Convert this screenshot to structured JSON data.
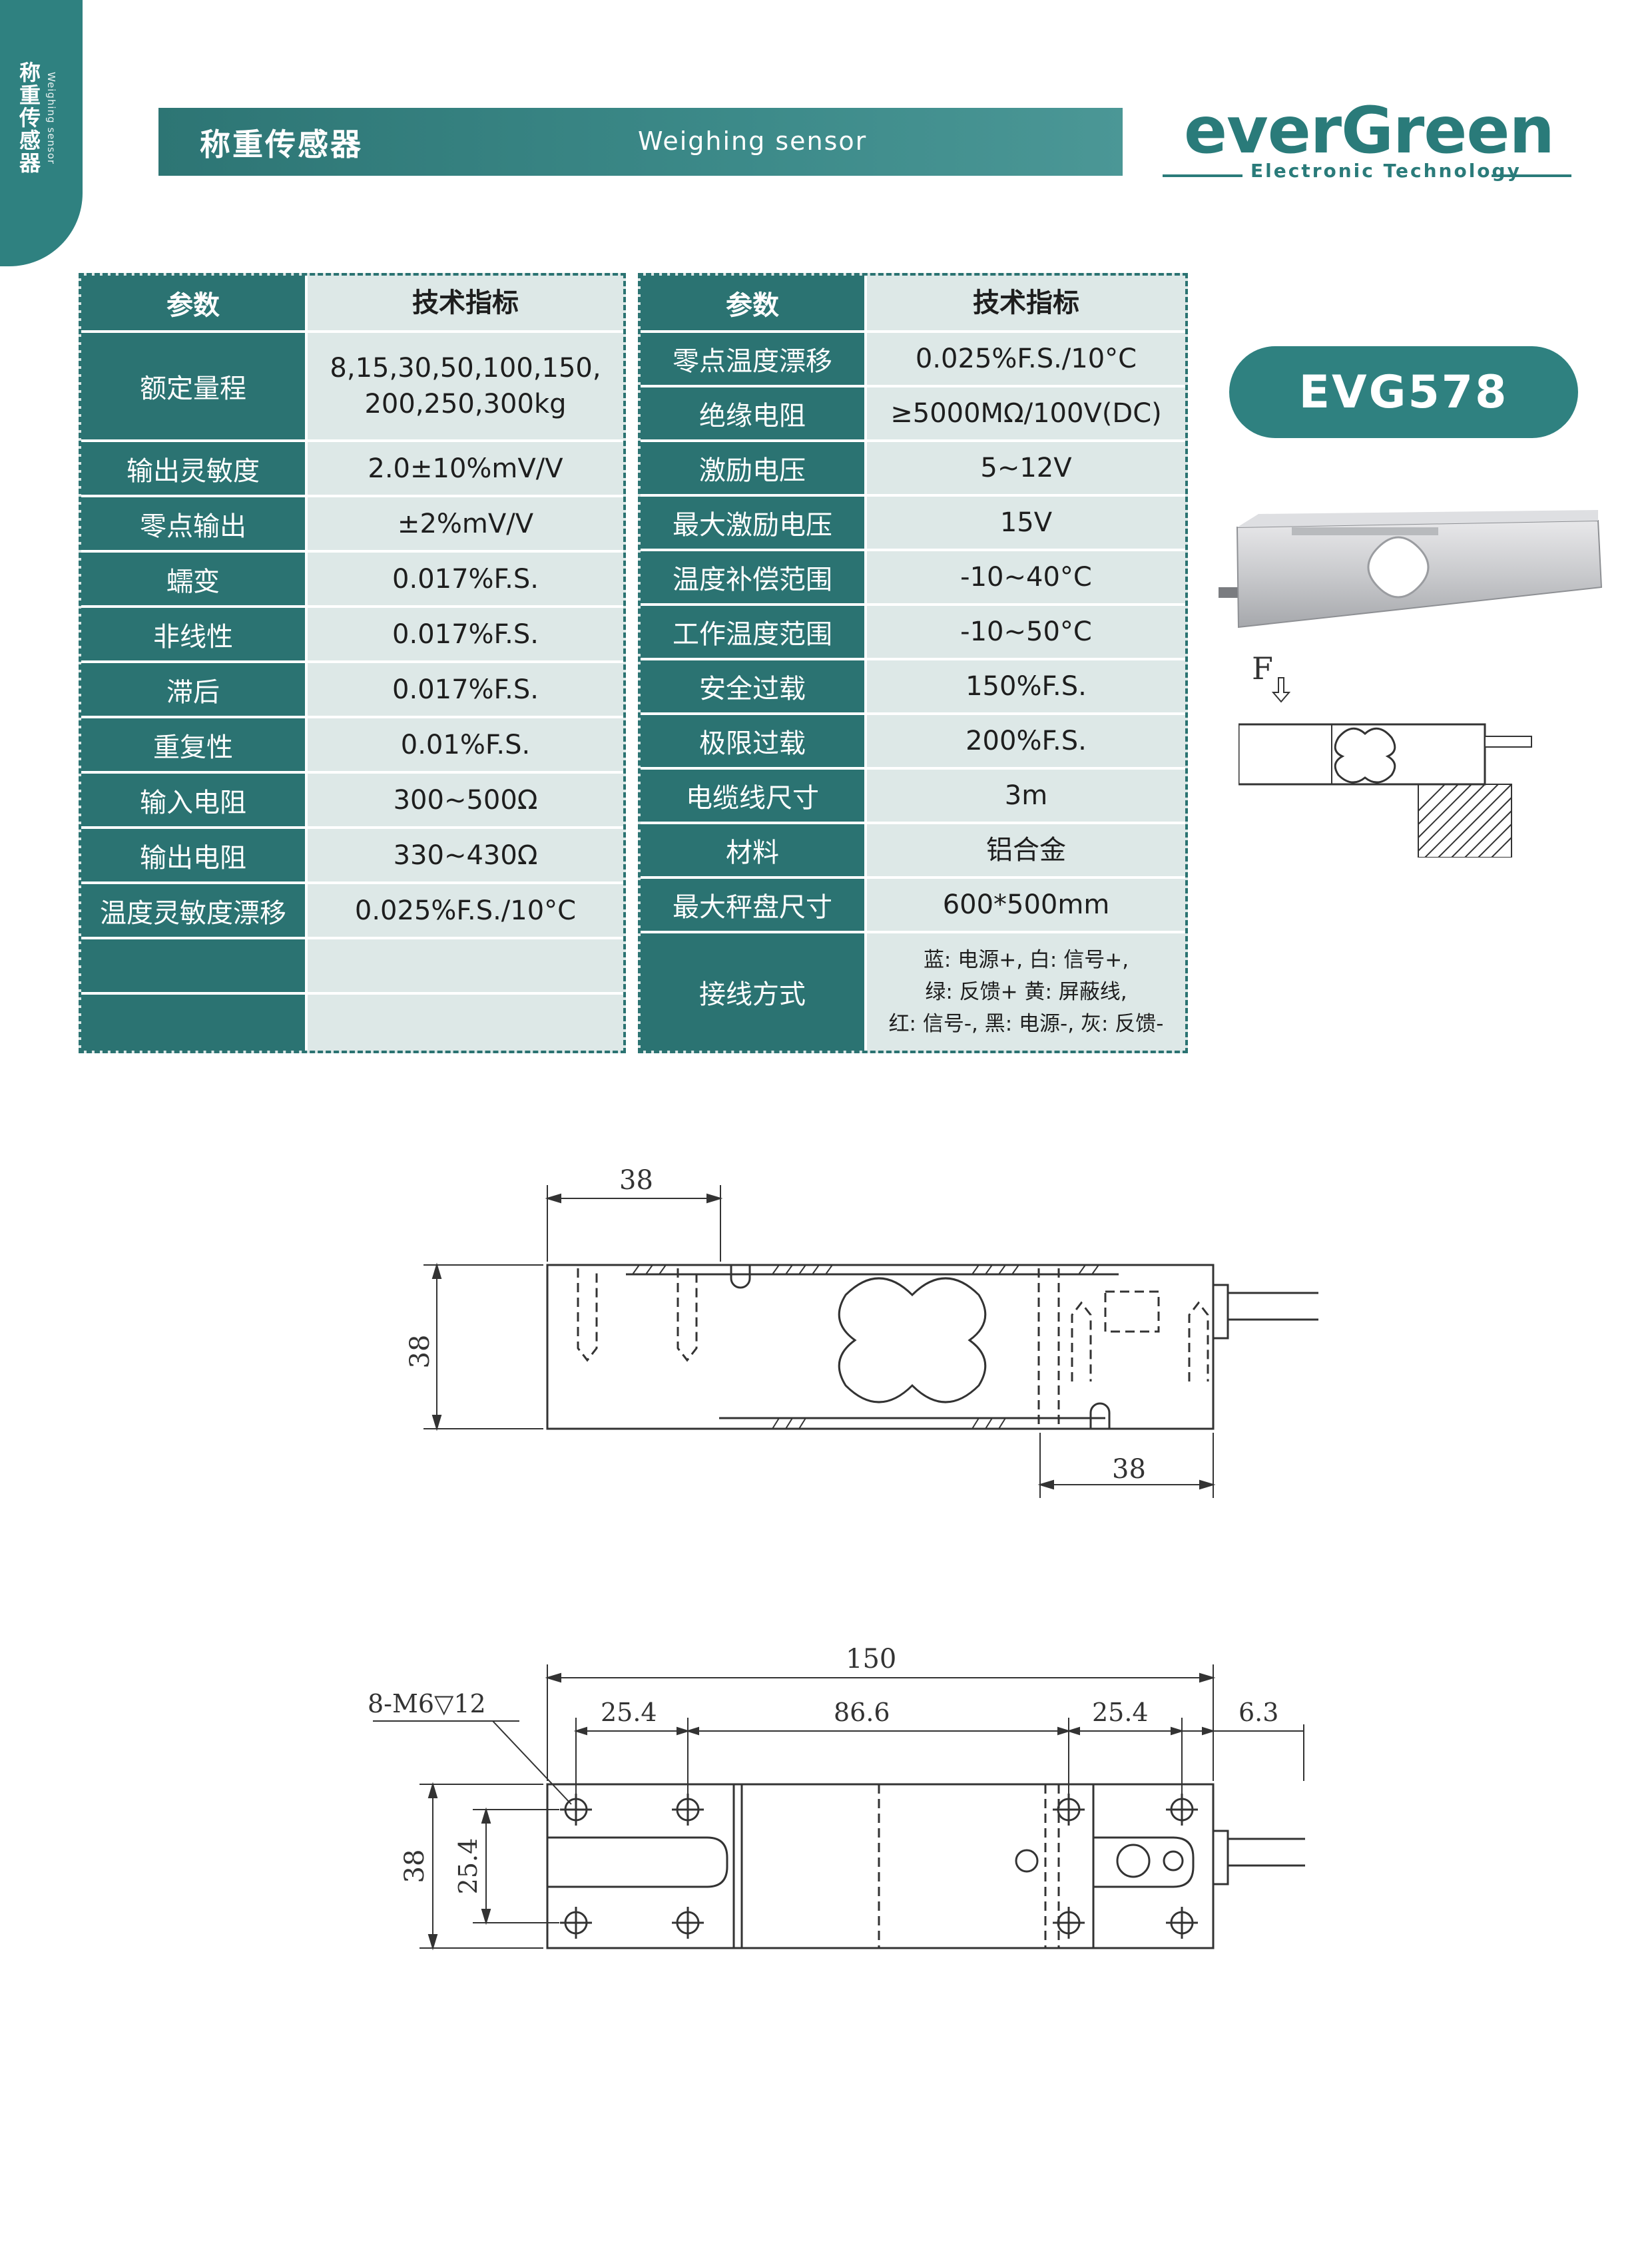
{
  "side_tab": {
    "cn": "称重传感器",
    "en": "Weighing sensor"
  },
  "header": {
    "title_cn": "称重传感器",
    "title_en": "Weighing sensor"
  },
  "logo": {
    "brand": "everGreen",
    "subtitle": "Electronic Technology",
    "color": "#2a7b7a"
  },
  "model": "EVG578",
  "table_left": {
    "header": {
      "param": "参数",
      "spec": "技术指标"
    },
    "rows": [
      {
        "param": "额定量程",
        "value": "8,15,30,50,100,150,\n200,250,300kg"
      },
      {
        "param": "输出灵敏度",
        "value": "2.0±10%mV/V"
      },
      {
        "param": "零点输出",
        "value": "±2%mV/V"
      },
      {
        "param": "蠕变",
        "value": "0.017%F.S."
      },
      {
        "param": "非线性",
        "value": "0.017%F.S."
      },
      {
        "param": "滞后",
        "value": "0.017%F.S."
      },
      {
        "param": "重复性",
        "value": "0.01%F.S."
      },
      {
        "param": "输入电阻",
        "value": "300~500Ω"
      },
      {
        "param": "输出电阻",
        "value": "330~430Ω"
      },
      {
        "param": "温度灵敏度漂移",
        "value": "0.025%F.S./10°C"
      },
      {
        "param": "",
        "value": ""
      },
      {
        "param": "",
        "value": ""
      }
    ]
  },
  "table_right": {
    "header": {
      "param": "参数",
      "spec": "技术指标"
    },
    "rows": [
      {
        "param": "零点温度漂移",
        "value": "0.025%F.S./10°C"
      },
      {
        "param": "绝缘电阻",
        "value": "≥5000MΩ/100V(DC)"
      },
      {
        "param": "激励电压",
        "value": "5~12V"
      },
      {
        "param": "最大激励电压",
        "value": "15V"
      },
      {
        "param": "温度补偿范围",
        "value": "-10~40°C"
      },
      {
        "param": "工作温度范围",
        "value": "-10~50°C"
      },
      {
        "param": "安全过载",
        "value": "150%F.S."
      },
      {
        "param": "极限过载",
        "value": "200%F.S."
      },
      {
        "param": "电缆线尺寸",
        "value": "3m"
      },
      {
        "param": "材料",
        "value": "铝合金"
      },
      {
        "param": "最大秤盘尺寸",
        "value": "600*500mm"
      },
      {
        "param": "接线方式",
        "value": "蓝: 电源+, 白: 信号+,\n绿: 反馈+ 黄: 屏蔽线,\n红: 信号-, 黑: 电源-, 灰: 反馈-"
      }
    ]
  },
  "load_diagram": {
    "force_label": "F"
  },
  "drawing_side": {
    "dim_top": "38",
    "dim_height": "38",
    "dim_bottom": "38"
  },
  "drawing_top": {
    "dim_total": "150",
    "dim_hole_label": "8-M6▽12",
    "dim_a": "25.4",
    "dim_b": "86.6",
    "dim_c": "25.4",
    "dim_d": "6.3",
    "dim_height": "38",
    "dim_inner": "25.4"
  },
  "colors": {
    "teal_dark": "#2b7372",
    "teal": "#2f8180",
    "cell_light": "#dde8e7"
  }
}
